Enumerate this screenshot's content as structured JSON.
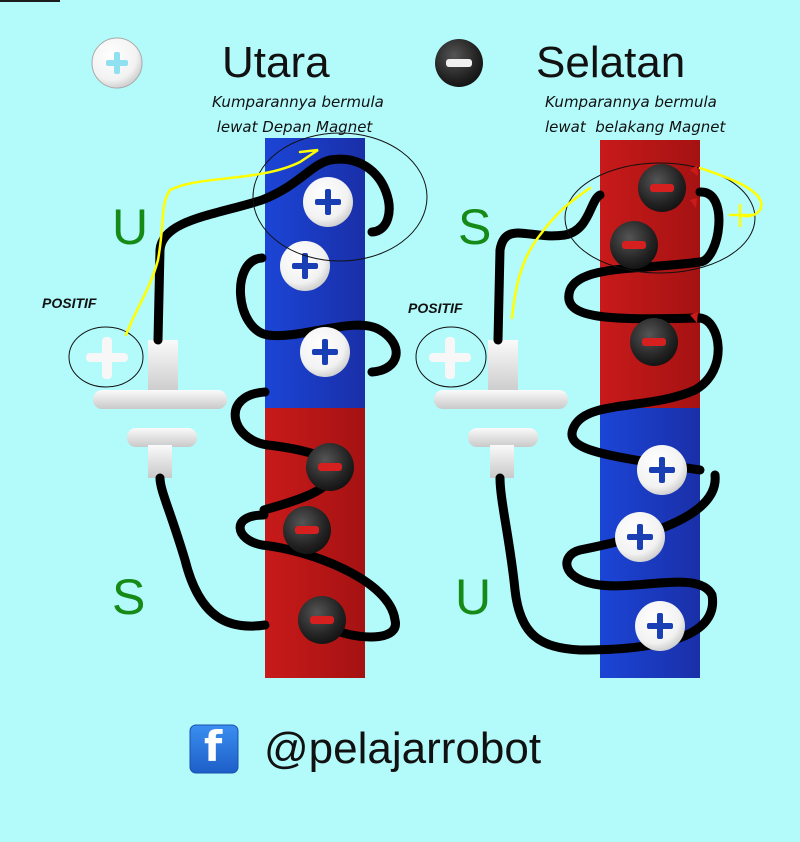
{
  "legend": {
    "north_label": "Utara",
    "south_label": "Selatan",
    "north_icon": "plus-circle-icon",
    "south_icon": "minus-circle-icon"
  },
  "left_diagram": {
    "note": "Kumparannya bermula\n lewat Depan Magnet",
    "top_pole": "U",
    "bottom_pole": "S",
    "positive_label": "POSITIF",
    "magnet_top_color": "#1a3fd0",
    "magnet_bottom_color": "#c01818"
  },
  "right_diagram": {
    "note": "Kumparannya bermula\nlewat  belakang Magnet",
    "top_pole": "S",
    "bottom_pole": "U",
    "positive_label": "POSITIF",
    "magnet_top_color": "#c01818",
    "magnet_bottom_color": "#1a3fd0"
  },
  "footer": {
    "handle": "@pelajarrobot",
    "icon": "facebook-icon",
    "icon_letter": "f"
  },
  "colors": {
    "background": "#b3fafb",
    "pole_letter": "#168a16",
    "wire": "#000000",
    "start_marker": "#ffff00"
  }
}
